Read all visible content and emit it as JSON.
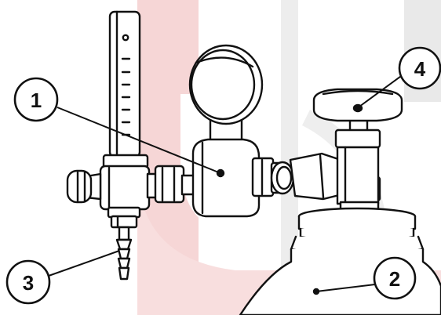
{
  "diagram": {
    "callouts": [
      {
        "id": "1",
        "label": "1"
      },
      {
        "id": "2",
        "label": "2"
      },
      {
        "id": "3",
        "label": "3"
      },
      {
        "id": "4",
        "label": "4"
      }
    ]
  },
  "colors": {
    "background": "#ffffff",
    "watermark_red": "#f3cfcf",
    "watermark_gray": "#ececec",
    "line": "#111111",
    "fill": "#ffffff"
  }
}
